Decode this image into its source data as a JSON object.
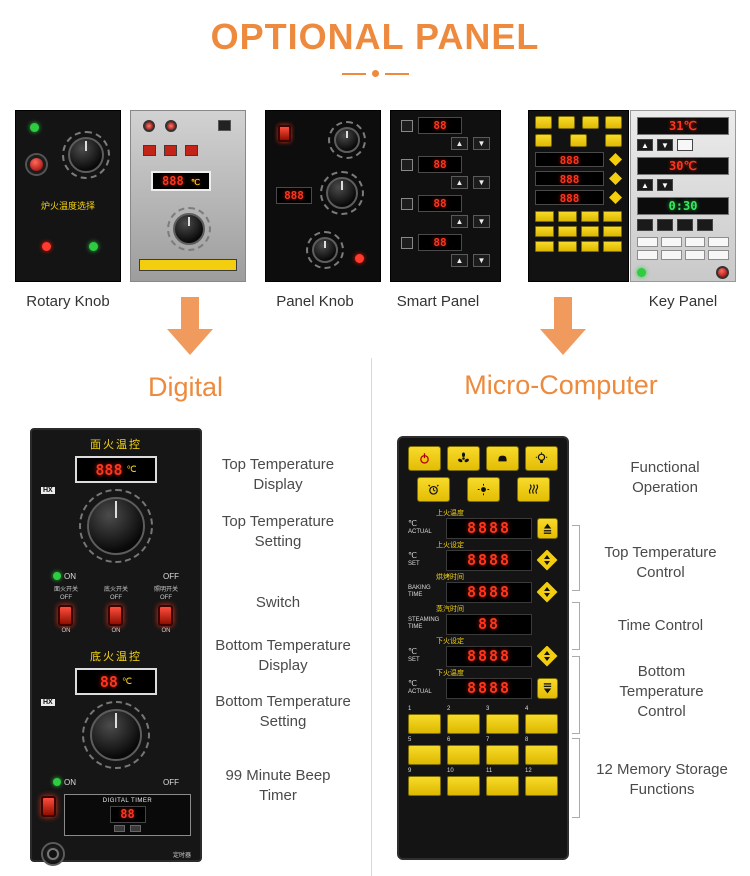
{
  "title": "OPTIONAL PANEL",
  "top_labels": {
    "rotary": "Rotary Knob",
    "panel_knob": "Panel Knob",
    "smart": "Smart Panel",
    "key": "Key Panel"
  },
  "headings": {
    "digital": "Digital",
    "micro": "Micro-Computer"
  },
  "colors": {
    "accent_orange": "#ED8A3D",
    "arrow_orange": "#F19A5E",
    "panel_yellow": "#F2CE0F",
    "display_red": "#FF3520",
    "display_green": "#35E95F"
  },
  "top_panels": {
    "rotary_text": "炉火温度选择",
    "panel2_display": "888",
    "panel2_unit": "℃",
    "panel3_display": "888",
    "panel4_displays": [
      "88",
      "88",
      "88",
      "88"
    ],
    "panel5_displays": [
      "888",
      "888",
      "888"
    ],
    "key_panel": {
      "top": "31℃",
      "mid": "30℃",
      "timer": "0:30"
    }
  },
  "digital_panel": {
    "top_section_label": "面火温控",
    "top_display_value": "888",
    "bottom_section_label": "底火温控",
    "bottom_display_value": "88",
    "unit": "℃",
    "brand": "HX",
    "on_label": "ON",
    "off_label": "OFF",
    "switches": [
      {
        "name": "面火开关",
        "off": "OFF",
        "on": "ON"
      },
      {
        "name": "底火开关",
        "off": "OFF",
        "on": "ON"
      },
      {
        "name": "照明开关",
        "off": "OFF",
        "on": "ON"
      }
    ],
    "timer": {
      "label": "DIGITAL TIMER",
      "value": "88",
      "caption": "定时器"
    }
  },
  "digital_annotations": [
    "Top Temperature Display",
    "Top Temperature Setting",
    "Switch",
    "Bottom Temperature Display",
    "Bottom Temperature Setting",
    "99 Minute Beep Timer"
  ],
  "micro_panel": {
    "rows": [
      {
        "cn": "上火温度",
        "unit": "℃",
        "en": "ACTUAL",
        "value": "8888"
      },
      {
        "cn": "上火设定",
        "unit": "℃",
        "en": "SET",
        "value": "8888"
      },
      {
        "cn": "烘烤时间",
        "en": "BAKING TIME",
        "value": "8888"
      },
      {
        "cn": "蒸汽时间",
        "en": "STEAMING TIME",
        "value": "88"
      },
      {
        "cn": "下火设定",
        "unit": "℃",
        "en": "SET",
        "value": "8888"
      },
      {
        "cn": "下火温度",
        "unit": "℃",
        "en": "ACTUAL",
        "value": "8888"
      }
    ],
    "keys": [
      "1",
      "2",
      "3",
      "4",
      "5",
      "6",
      "7",
      "8",
      "9",
      "10",
      "11",
      "12"
    ]
  },
  "micro_annotations": [
    "Functional Operation",
    "Top Temperature Control",
    "Time Control",
    "Bottom Temperature Control",
    "12 Memory Storage Functions"
  ]
}
